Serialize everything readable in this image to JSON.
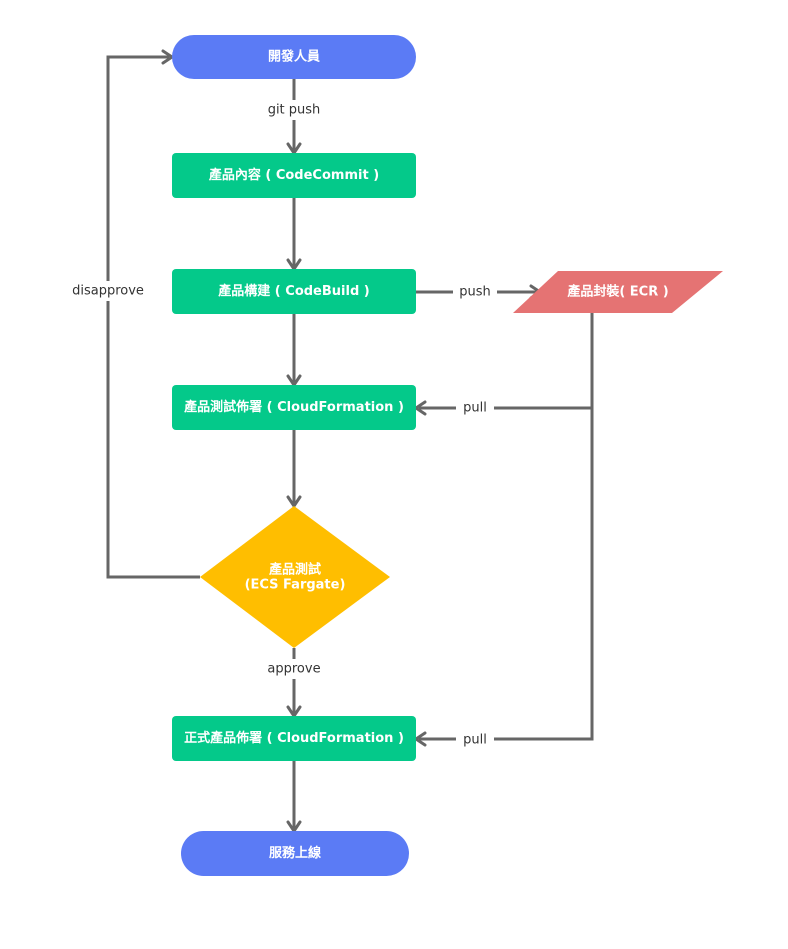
{
  "colors": {
    "terminal": "#5B7BF5",
    "process": "#04C98A",
    "storage": "#E57373",
    "decision": "#FFBE00",
    "connector": "#666666"
  },
  "nodes": {
    "developer": "開發人員",
    "code_commit": "產品內容 ( CodeCommit )",
    "code_build": "產品構建 ( CodeBuild )",
    "ecr": "產品封裝( ECR )",
    "test_deploy": "產品測試佈署 ( CloudFormation )",
    "test_line1": "產品測試",
    "test_line2": "(ECS Fargate)",
    "prod_deploy": "正式產品佈署 ( CloudFormation )",
    "online": "服務上線"
  },
  "edges": {
    "git_push": "git push",
    "push": "push",
    "pull_test": "pull",
    "pull_prod": "pull",
    "disapprove": "disapprove",
    "approve": "approve"
  }
}
